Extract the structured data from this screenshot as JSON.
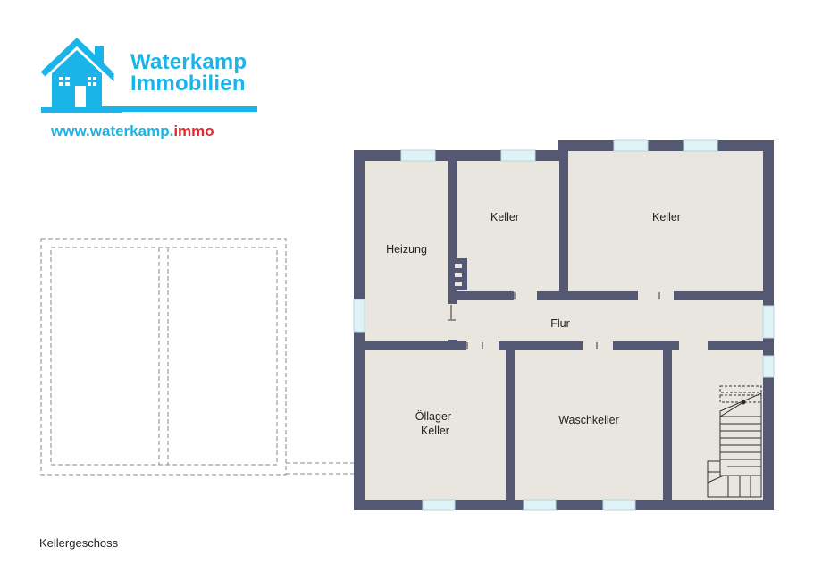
{
  "brand": {
    "name_line1": "Waterkamp",
    "name_line2": "Immobilien",
    "website_main": "www.waterkamp.",
    "website_tld": "immo",
    "color_primary": "#1ab4e8",
    "color_accent": "#e0262b",
    "icon": "house-icon"
  },
  "floor_plan": {
    "floor_name": "Kellergeschoss",
    "colors": {
      "wall": "#545872",
      "floor": "#e8e6df",
      "window": "#dff3f7",
      "dashed_outline": "#8a8a8a"
    },
    "rooms": {
      "heizung": "Heizung",
      "keller_small": "Keller",
      "keller_large": "Keller",
      "flur": "Flur",
      "oellager_line1": "Öllager-",
      "oellager_line2": "Keller",
      "waschkeller": "Waschkeller"
    }
  }
}
